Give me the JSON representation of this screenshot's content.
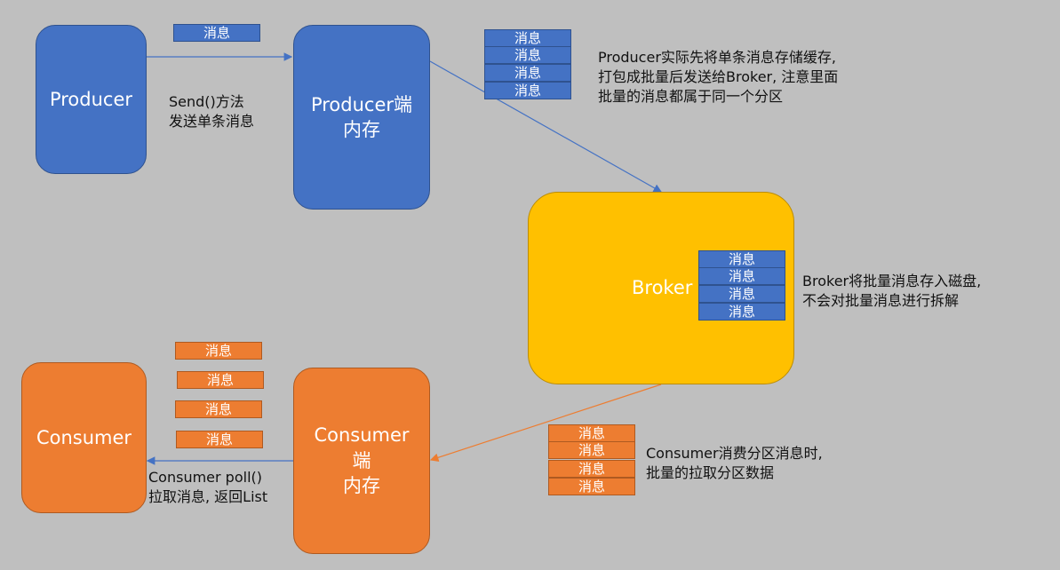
{
  "boxes": {
    "producer": "Producer",
    "producer_memory": "Producer端\n内存",
    "broker": "Broker",
    "consumer": "Consumer",
    "consumer_memory": "Consumer\n端\n内存"
  },
  "message_label": "消息",
  "notes": {
    "send": "Send()方法\n发送单条消息",
    "producer_batch": "Producer实际先将单条消息存储缓存,\n打包成批量后发送给Broker, 注意里面\n批量的消息都属于同一个分区",
    "broker_store": "Broker将批量消息存入磁盘,\n不会对批量消息进行拆解",
    "consumer_consume": "Consumer消费分区消息时,\n批量的拉取分区数据",
    "poll": "Consumer poll()\n拉取消息, 返回List"
  },
  "colors": {
    "background": "#bfbfbf",
    "blue": "#4472c4",
    "orange": "#ed7d31",
    "yellow": "#ffc000"
  }
}
